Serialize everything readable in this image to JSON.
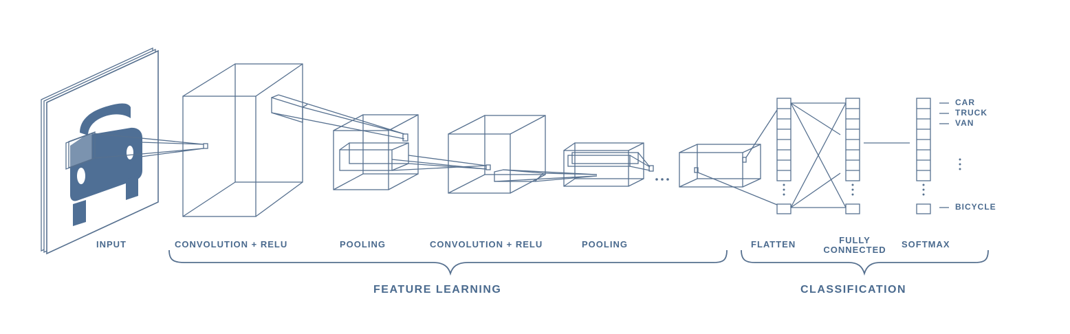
{
  "colors": {
    "stroke": "#56708f",
    "fill": "#4f6f95",
    "text": "#4a6a8e"
  },
  "stages": {
    "input": "INPUT",
    "conv1": "CONVOLUTION + RELU",
    "pool1": "POOLING",
    "conv2": "CONVOLUTION + RELU",
    "pool2": "POOLING",
    "flatten": "FLATTEN",
    "fully_connected_line1": "FULLY",
    "fully_connected_line2": "CONNECTED",
    "softmax": "SOFTMAX"
  },
  "groups": {
    "feature_learning": "FEATURE LEARNING",
    "classification": "CLASSIFICATION"
  },
  "classes": [
    "CAR",
    "TRUCK",
    "VAN",
    "BICYCLE"
  ],
  "icons": {
    "input_image": "car-icon",
    "continuation": "ellipsis-icon"
  }
}
